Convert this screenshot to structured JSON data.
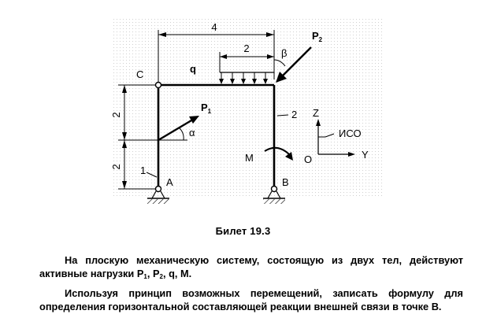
{
  "figure": {
    "dim_top": "4",
    "dim_load": "2",
    "dim_left_upper": "2",
    "dim_left_lower": "2",
    "point_c": "C",
    "point_a": "A",
    "point_b": "B",
    "label_q": "q",
    "label_p1": "P",
    "label_p1_sub": "1",
    "label_p2": "P",
    "label_p2_sub": "2",
    "label_alpha": "α",
    "label_beta": "β",
    "label_m": "M",
    "body_1": "1",
    "body_2": "2",
    "axis_z": "Z",
    "axis_y": "Y",
    "axis_o": "O",
    "frame_label": "ИСО"
  },
  "ticket": {
    "title": "Билет 19.3",
    "para1": {
      "text": "На плоскую механическую систему, состоящую из двух тел, действуют активные нагрузки ",
      "p": "P",
      "sub1": "1",
      "sep": ", ",
      "sub2": "2",
      "end": ", q, M."
    },
    "para2": "Используя принцип возможных перемещений, записать формулу для определения горизонтальной составляющей реакции внешней связи в точке В."
  }
}
